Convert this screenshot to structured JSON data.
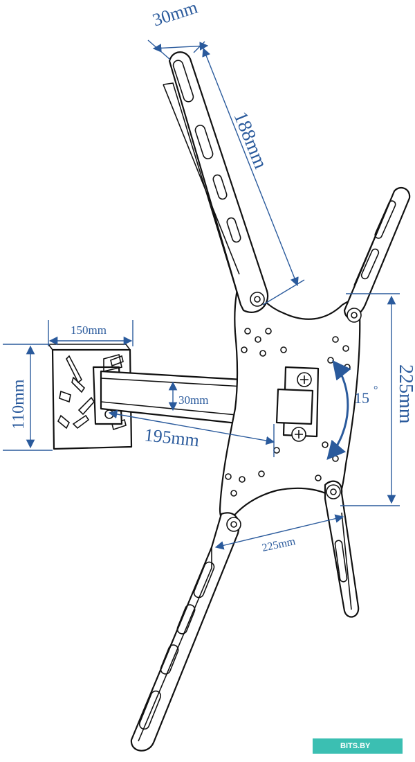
{
  "dimensions": {
    "arm_width": "30mm",
    "arm_length": "188mm",
    "wall_plate_width": "150mm",
    "wall_plate_height": "110mm",
    "arm_height": "30mm",
    "extension": "195mm",
    "tilt_angle": "15",
    "tilt_degree_sign": "°",
    "vesa_vertical": "225mm",
    "vesa_horizontal": "225mm"
  },
  "watermark": "BITS.BY",
  "colors": {
    "dimension": "#2a5a9c",
    "outline": "#111111",
    "watermark": "#3bbfb2"
  }
}
